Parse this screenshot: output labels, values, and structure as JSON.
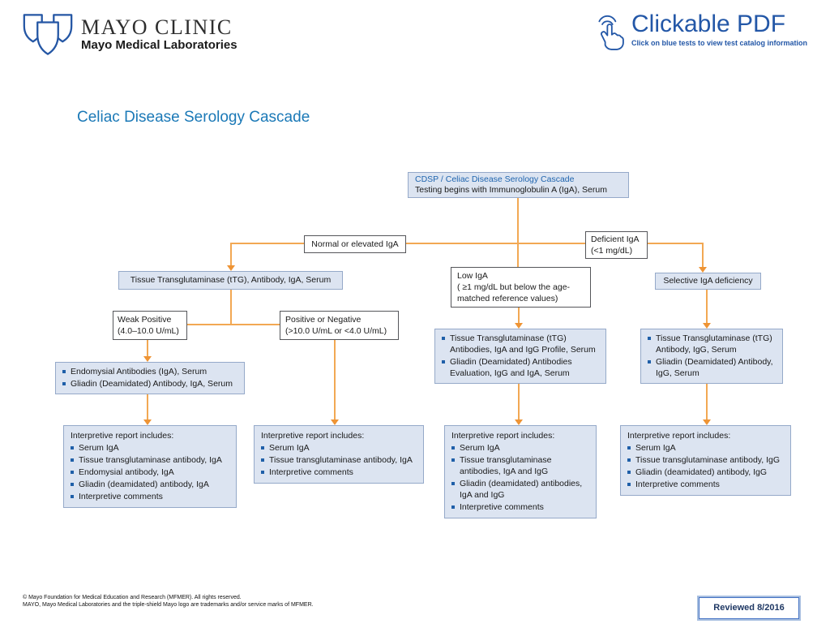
{
  "header": {
    "logo_title": "MAYO CLINIC",
    "logo_subtitle": "Mayo Medical Laboratories",
    "clickable_title": "Clickable PDF",
    "clickable_subtitle": "Click on blue tests to view test catalog information"
  },
  "title": "Celiac Disease Serology Cascade",
  "flow": {
    "root_link": "CDSP / Celiac Disease Serology Cascade",
    "root_text": "Testing begins with Immunoglobulin A (IgA), Serum",
    "normal_label": "Normal or elevated IgA",
    "deficient": {
      "line1": "Deficient IgA",
      "line2": "(<1 mg/dL)"
    },
    "low": {
      "line1": "Low IgA",
      "line2": "( ≥1 mg/dL but below the age-matched reference values)"
    },
    "ttg_iga_serum": "Tissue Transglutaminase (tTG), Antibody, IgA, Serum",
    "weak": {
      "line1": "Weak Positive",
      "line2": "(4.0–10.0 U/mL)"
    },
    "posneg": {
      "line1": "Positive or Negative",
      "line2": "(>10.0 U/mL or <4.0 U/mL)"
    },
    "selective_label": "Selective IgA deficiency",
    "endomysial_tests": [
      "Endomysial Antibodies (IgA), Serum",
      "Gliadin (Deamidated) Antibody, IgA, Serum"
    ],
    "profile_tests": [
      "Tissue Transglutaminase (tTG) Antibodies, IgA and IgG Profile, Serum",
      "Gliadin (Deamidated) Antibodies Evaluation, IgG and IgA, Serum"
    ],
    "igg_tests": [
      "Tissue Transglutaminase (tTG) Antibody, IgG, Serum",
      "Gliadin (Deamidated) Antibody, IgG, Serum"
    ],
    "report1": {
      "title": "Interpretive report includes:",
      "items": [
        "Serum IgA",
        "Tissue transglutaminase antibody, IgA",
        "Endomysial antibody, IgA",
        "Gliadin (deamidated) antibody, IgA",
        "Interpretive comments"
      ]
    },
    "report2": {
      "title": "Interpretive report includes:",
      "items": [
        "Serum IgA",
        "Tissue transglutaminase antibody, IgA",
        "Interpretive comments"
      ]
    },
    "report3": {
      "title": "Interpretive report includes:",
      "items": [
        "Serum IgA",
        "Tissue transglutaminase antibodies, IgA and IgG",
        "Gliadin (deamidated) antibodies, IgA and IgG",
        "Interpretive comments"
      ]
    },
    "report4": {
      "title": "Interpretive report includes:",
      "items": [
        "Serum IgA",
        "Tissue transglutaminase antibody, IgG",
        "Gliadin (deamidated) antibody, IgG",
        "Interpretive comments"
      ]
    }
  },
  "footer": {
    "line1": "© Mayo Foundation for Medical Education and Research (MFMER). All rights reserved.",
    "line2": "MAYO, Mayo Medical Laboratories and the triple-shield Mayo logo are trademarks and/or service marks of MFMER.",
    "reviewed": "Reviewed 8/2016"
  },
  "colors": {
    "accent_orange": "#F2A853",
    "arrow_orange": "#EE9435",
    "box_bg": "#DCE4F1",
    "box_border": "#95A9C9",
    "link_blue": "#2065AE",
    "title_blue": "#1B79B7",
    "brand_blue": "#2456A4",
    "bullet_blue": "#1F5FA8"
  }
}
